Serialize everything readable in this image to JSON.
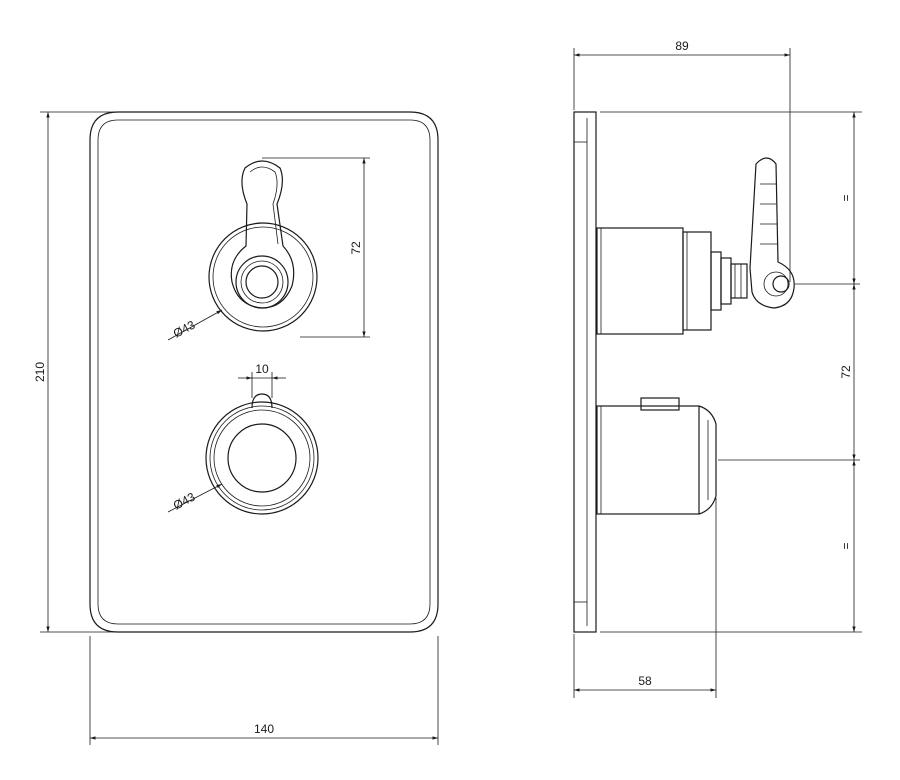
{
  "front_view": {
    "width_label": "140",
    "height_label": "210",
    "upper_handle": {
      "diameter_label": "Ø43",
      "spacing_label": "72"
    },
    "lower_knob": {
      "diameter_label": "Ø43",
      "nub_width_label": "10"
    }
  },
  "side_view": {
    "total_depth_label": "89",
    "body_depth_label": "58",
    "center_spacing_label": "72",
    "equal_top_label": "=",
    "equal_bottom_label": "="
  },
  "colors": {
    "line": "#1a1a1a",
    "background": "#ffffff"
  }
}
